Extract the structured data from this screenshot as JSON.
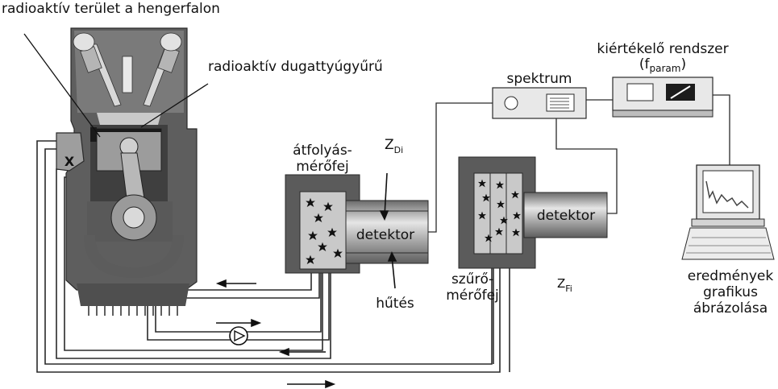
{
  "labels": {
    "radioactive_cylinder_wall": "radioaktív terület a hengerfalon",
    "radioactive_piston_ring": "radioaktív dugattyúgyűrű",
    "flow_head_line1": "átfolyás-",
    "flow_head_line2": "mérőfej",
    "z_di_main": "Z",
    "z_di_sub": "Di",
    "detector_left": "detektor",
    "cooling": "hűtés",
    "spectrum": "spektrum",
    "evaluation_line1": "kiértékelő rendszer",
    "evaluation_line2_open": "(f",
    "evaluation_line2_sub": "param",
    "evaluation_line2_close": ")",
    "detector_right": "detektor",
    "filter_head_line1": "szűrő-",
    "filter_head_line2": "mérőfej",
    "z_fi_main": "Z",
    "z_fi_sub": "Fi",
    "valve_x": "X",
    "results_line1": "eredmények",
    "results_line2": "grafikus",
    "results_line3": "ábrázolása"
  },
  "colors": {
    "engine_dark": "#4a4a4a",
    "engine_mid": "#8a8a8a",
    "engine_light": "#c8c8c8",
    "housing": "#5b5b5b",
    "chamber": "#c4c4c4",
    "detector_body": "#8c8c8c",
    "detector_highlight": "#e8e8e8",
    "pipe_fill": "#ffffff",
    "pipe_stroke": "#2a2a2a"
  },
  "icons": [
    "pump-icon",
    "flow-arrow-icon",
    "radioactive-particle-icon",
    "computer-icon",
    "oscilloscope-icon"
  ]
}
